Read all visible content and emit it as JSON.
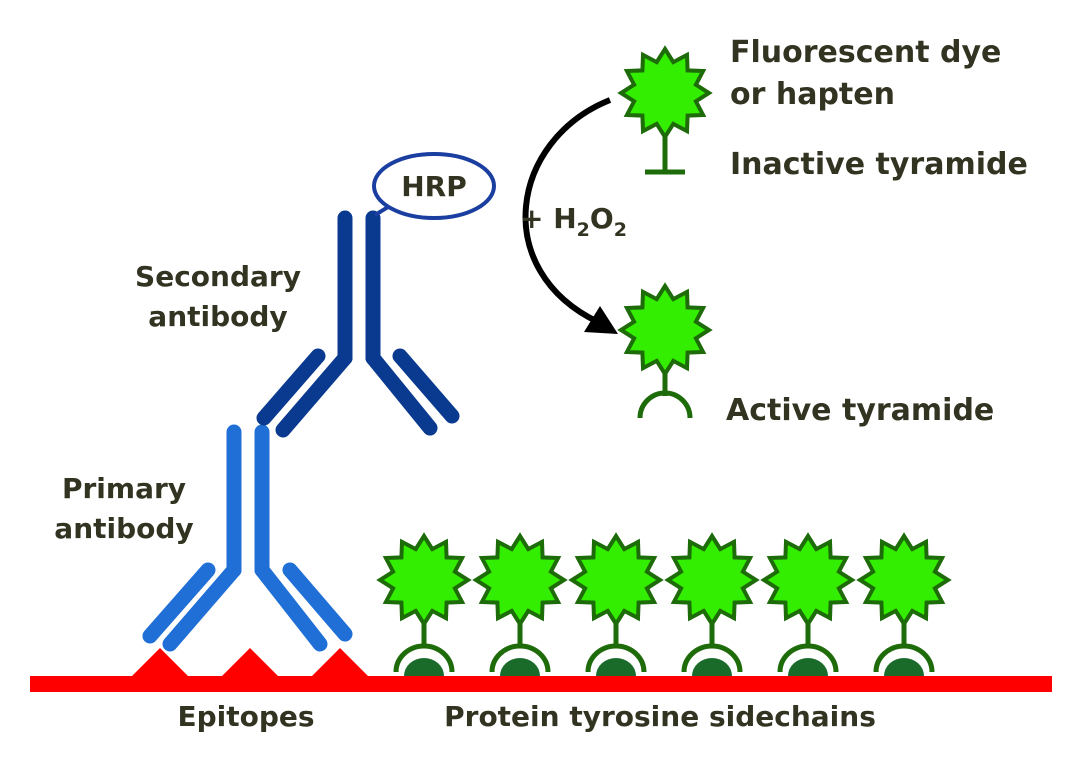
{
  "labels": {
    "hrp": "HRP",
    "secondary_line1": "Secondary",
    "secondary_line2": "antibody",
    "primary_line1": "Primary",
    "primary_line2": "antibody",
    "epitopes": "Epitopes",
    "protein_sidechains": "Protein tyrosine sidechains",
    "dye_line1": "Fluorescent dye",
    "dye_line2": "or hapten",
    "inactive_tyramide": "Inactive tyramide",
    "active_tyramide": "Active tyramide",
    "reagent_prefix": "+ H",
    "reagent_sub1": "2",
    "reagent_mid": "O",
    "reagent_sub2": "2"
  },
  "colors": {
    "secondary_antibody": "#0a3a8f",
    "hrp_outline": "#1a3fa0",
    "primary_antibody": "#1f6fd6",
    "membrane": "#ff0000",
    "epitope": "#ff0000",
    "star_fill": "#33ee00",
    "star_outline": "#1e6b0a",
    "tyrosine_dark": "#1a6b2a",
    "arrow": "#000000",
    "text": "#333322"
  },
  "sidechain_count": 6
}
